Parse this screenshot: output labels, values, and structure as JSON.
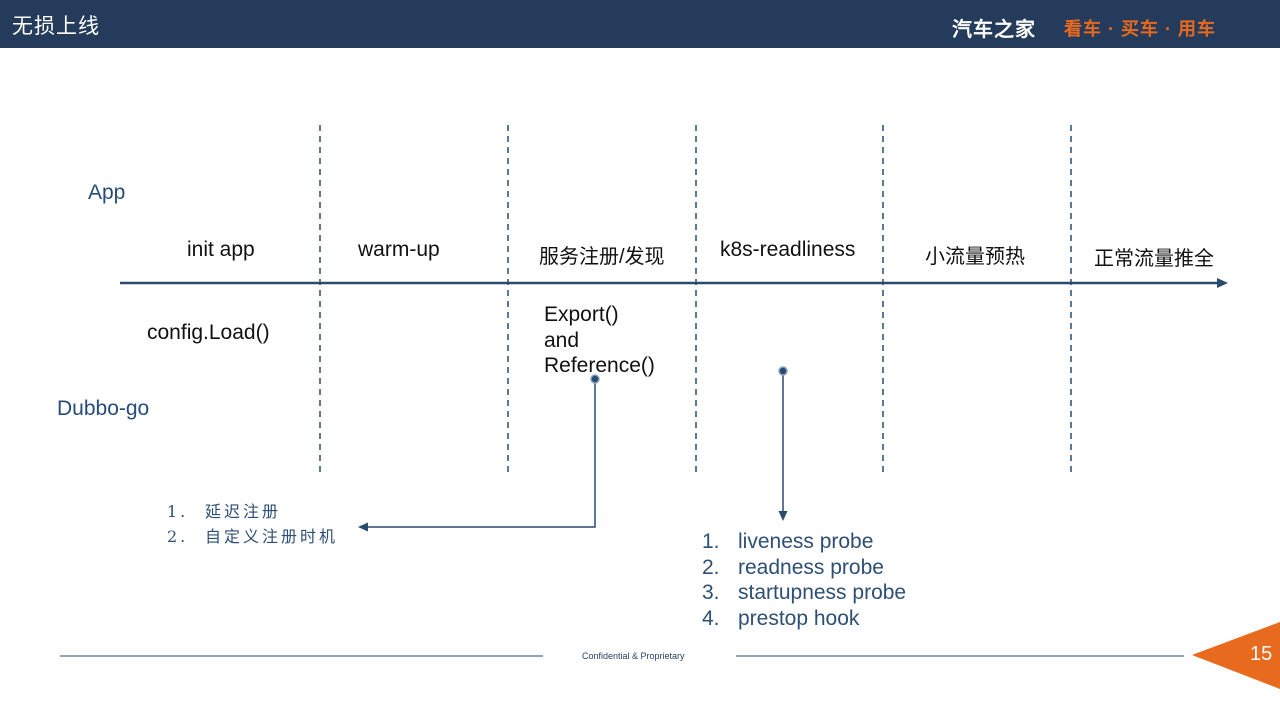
{
  "header": {
    "title": "无损上线",
    "brand": "汽车之家",
    "slogan": "看车 · 买车 · 用车"
  },
  "rows": {
    "app": "App",
    "dubbo": "Dubbo-go"
  },
  "stages": [
    "init app",
    "warm-up",
    "服务注册/发现",
    "k8s-readliness",
    "小流量预热",
    "正常流量推全"
  ],
  "dubbo_actions": {
    "config_load": "config.Load()",
    "export_lines": [
      "Export()",
      "and",
      "Reference()"
    ]
  },
  "registration_notes": [
    {
      "num": "1.",
      "text": "延迟注册"
    },
    {
      "num": "2.",
      "text": "自定义注册时机"
    }
  ],
  "probe_list": [
    {
      "num": "1.",
      "text": "liveness probe"
    },
    {
      "num": "2.",
      "text": "readness probe"
    },
    {
      "num": "3.",
      "text": "startupness probe"
    },
    {
      "num": "4.",
      "text": "prestop hook"
    }
  ],
  "footer": {
    "text": "Confidential & Proprietary",
    "page_number": "15"
  },
  "colors": {
    "header_bg": "#243b5c",
    "accent": "#e86a1e",
    "line": "#2a4a6e"
  }
}
